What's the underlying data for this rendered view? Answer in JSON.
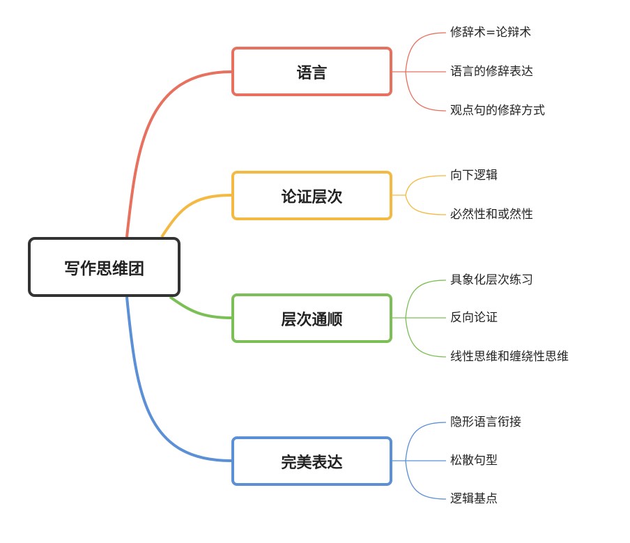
{
  "root": {
    "label": "写作思维团",
    "color": "#333333"
  },
  "branches": [
    {
      "label": "语言",
      "color": "#e8705f",
      "leaves": [
        "修辞术=论辩术",
        "语言的修辞表达",
        "观点句的修辞方式"
      ]
    },
    {
      "label": "论证层次",
      "color": "#f4b942",
      "leaves": [
        "向下逻辑",
        "必然性和或然性"
      ]
    },
    {
      "label": "层次通顺",
      "color": "#7cbf56",
      "leaves": [
        "具象化层次练习",
        "反向论证",
        "线性思维和缠绕性思维"
      ]
    },
    {
      "label": "完美表达",
      "color": "#5b8fd6",
      "leaves": [
        "隐形语言衔接",
        "松散句型",
        "逻辑基点"
      ]
    }
  ]
}
